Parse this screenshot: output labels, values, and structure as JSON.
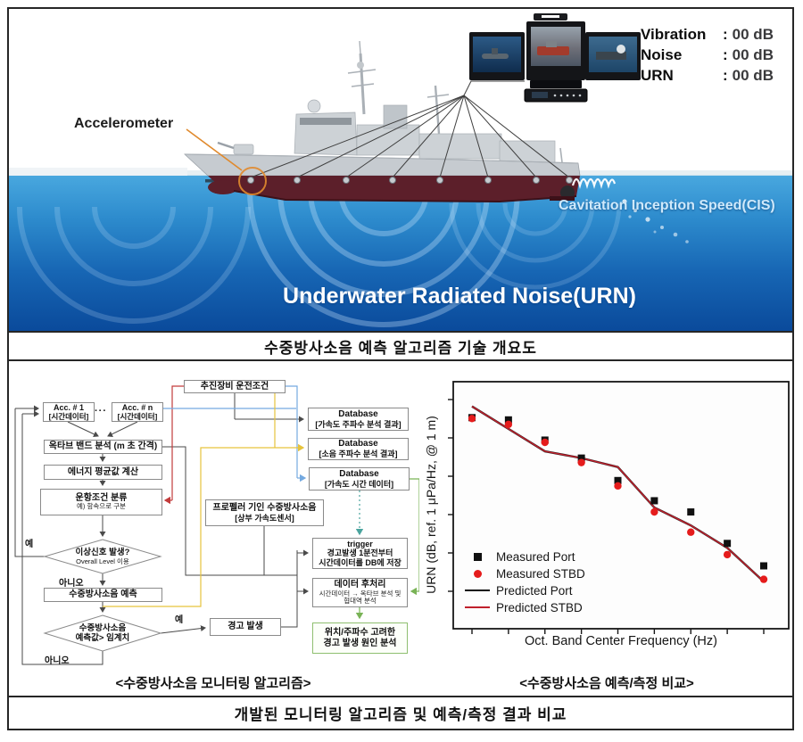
{
  "captions": {
    "top": "수중방사소음 예측 알고리즘 기술 개요도",
    "flow": "<수중방사소음 모니터링 알고리즘>",
    "chart": "<수중방사소음 예측/측정 비교>",
    "bottom": "개발된 모니터링 알고리즘 및 예측/측정 결과 비교"
  },
  "illustration": {
    "accelerometer_label": "Accelerometer",
    "cis_label": "Cavitation Inception Speed(CIS)",
    "urn_label": "Underwater Radiated Noise(URN)",
    "readout_sep": ":",
    "readouts": [
      {
        "label": "Vibration",
        "value": "00 dB"
      },
      {
        "label": "Noise",
        "value": "00 dB"
      },
      {
        "label": "URN",
        "value": "00 dB"
      }
    ],
    "colors": {
      "sea_top": "#49a8df",
      "sea_bottom": "#0a4a9b",
      "hull_red": "#5c1f2a",
      "ship_gray": "#c6cbd0",
      "accent_orange": "#e08a2e"
    }
  },
  "flowchart": {
    "labels": {
      "yes": "예",
      "no": "아니오"
    },
    "nodes": {
      "acc1": {
        "l1": "Acc. # 1",
        "l2": "[시간데이터]"
      },
      "dots": {
        "l1": "···"
      },
      "accn": {
        "l1": "Acc. # n",
        "l2": "[시간데이터]"
      },
      "octave": {
        "l1": "옥타브 밴드 분석 (m 초 간격)"
      },
      "energy": {
        "l1": "에너지 평균값 계산"
      },
      "opcond": {
        "l1": "운항조건 분류",
        "sub": "예) 함속으로 구분"
      },
      "d1": {
        "l1": "이상신호 발생?",
        "sub": "Overall Level 이용"
      },
      "predict": {
        "l1": "수중방사소음 예측"
      },
      "d2": {
        "l1": "수중방사소음",
        "l2": "예측값> 임계치"
      },
      "propulsion": {
        "l1": "추진장비 운전조건"
      },
      "db1": {
        "l1": "Database",
        "l2": "[가속도 주파수 분석 결과]"
      },
      "db2": {
        "l1": "Database",
        "l2": "[소음 주파수 분석 결과]"
      },
      "db3": {
        "l1": "Database",
        "l2": "[가속도 시간 데이터]"
      },
      "propeller": {
        "l1": "프로펠러 기인 수중방사소음",
        "l2": "[상부 가속도센서]"
      },
      "trigger": {
        "l1": "trigger",
        "l2": "경고발생 1분전부터",
        "l3": "시간데이터를 DB에 저장"
      },
      "postproc": {
        "l1": "데이터 후처리",
        "sub": "시간데이터 → 옥타브 분석 및",
        "sub2": "협대역 분석"
      },
      "alarm": {
        "l1": "경고 발생"
      },
      "cause": {
        "l1": "위치/주파수 고려한",
        "l2": "경고 발생 원인 분석"
      }
    }
  },
  "chart_data": {
    "type": "scatter",
    "title": "",
    "xlabel": "Oct. Band Center Frequency (Hz)",
    "ylabel": "URN (dB, ref. 1 μPa/Hz, @ 1 m)",
    "x_note": "9 octave-band positions, tick marks unlabeled in source figure",
    "x": [
      1,
      2,
      3,
      4,
      5,
      6,
      7,
      8,
      9
    ],
    "ylim": [
      0,
      55
    ],
    "y_note": "relative dB scale estimated from unlabeled ticks",
    "grid": false,
    "legend_position": "inside lower-left",
    "series": [
      {
        "name": "Measured Port",
        "marker": "square",
        "color": "#111111",
        "values": [
          47.0,
          46.5,
          42.0,
          38.0,
          33.0,
          28.5,
          26.0,
          19.0,
          14.0
        ]
      },
      {
        "name": "Measured STBD",
        "marker": "circle",
        "color": "#e51c1c",
        "values": [
          46.8,
          45.5,
          41.5,
          37.0,
          31.8,
          26.0,
          21.5,
          16.5,
          11.0
        ]
      },
      {
        "name": "Predicted Port",
        "marker": "line",
        "color": "#1a1a1a",
        "values": [
          49.5,
          44.5,
          39.5,
          38.0,
          36.0,
          27.0,
          23.0,
          18.0,
          10.5
        ]
      },
      {
        "name": "Predicted STBD",
        "marker": "line",
        "color": "#c0202c",
        "values": [
          49.5,
          44.5,
          39.5,
          38.0,
          36.0,
          27.0,
          23.0,
          18.0,
          10.5
        ]
      }
    ]
  }
}
